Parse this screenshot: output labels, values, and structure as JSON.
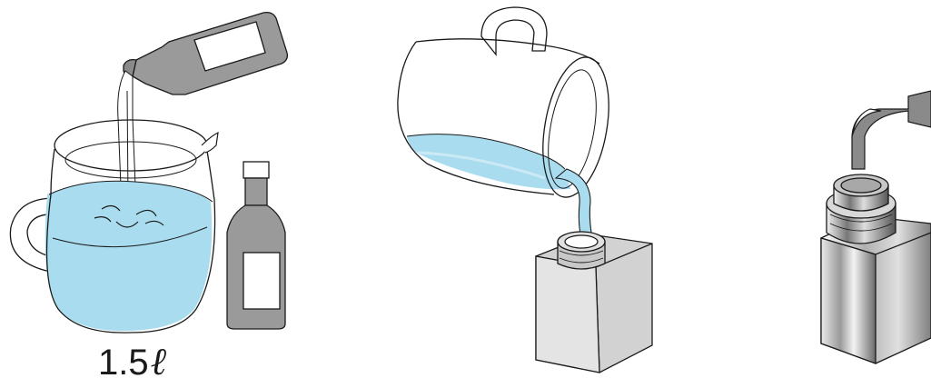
{
  "steps": [
    {
      "id": "step-1",
      "amount_text": "1.5",
      "unit_text": "ℓ"
    },
    {
      "id": "step-2"
    },
    {
      "id": "step-3"
    }
  ],
  "colors": {
    "water": "#a9dcef",
    "water_light": "#cbeaf6",
    "outline": "#1a1a1a",
    "bottle_grey": "#9a9a9a",
    "container_grey": "#cfcfcf"
  },
  "icons": [
    "wine-bottle-icon",
    "jug-icon",
    "square-bottle-icon",
    "cap-icon",
    "arrow-icon"
  ]
}
